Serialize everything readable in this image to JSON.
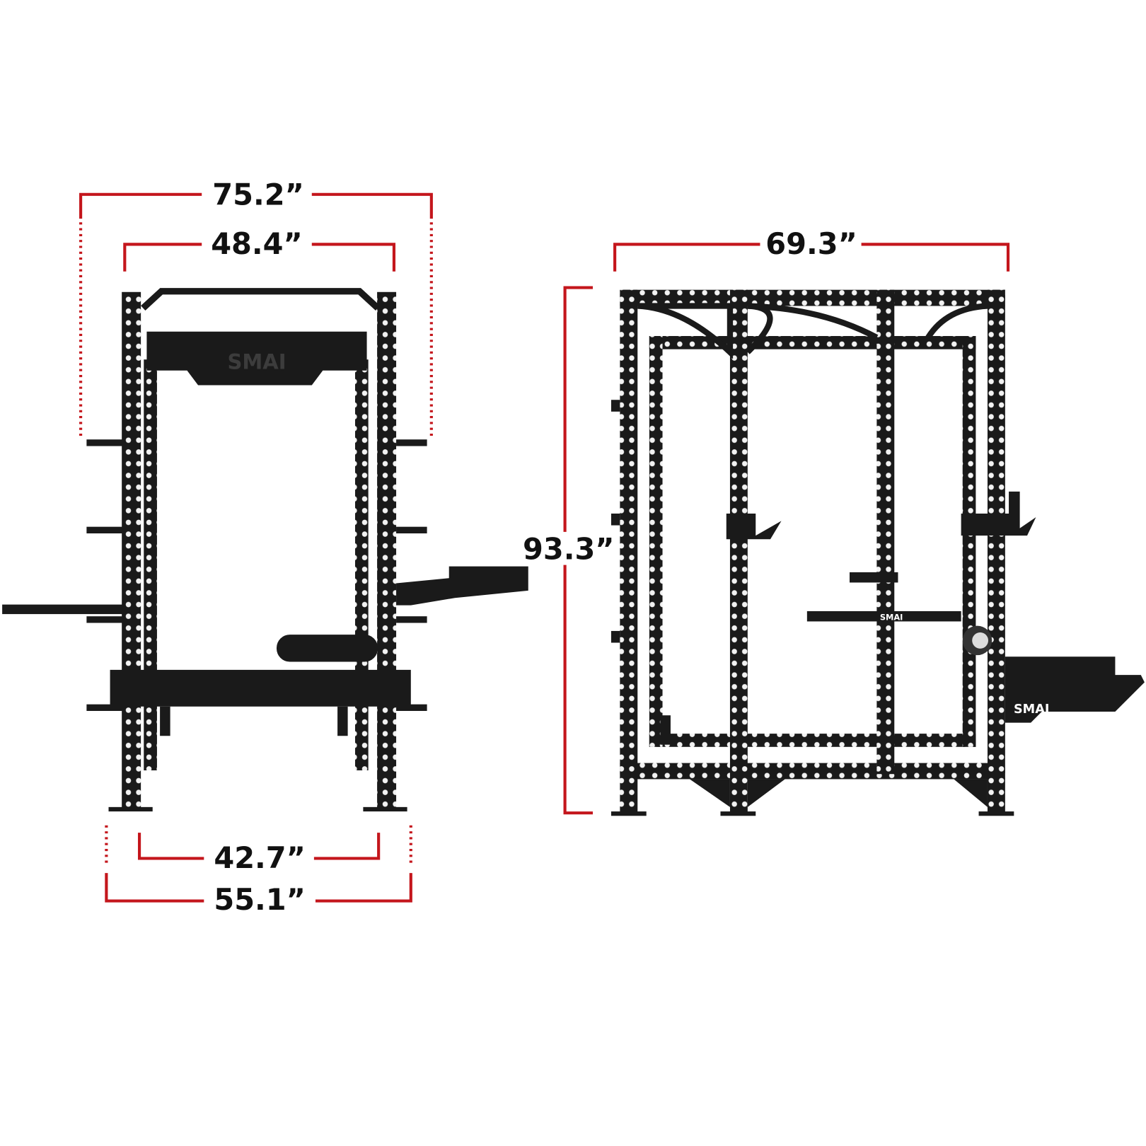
{
  "colors": {
    "dimension_line": "#c4161c",
    "frame": "#1a1a1a",
    "background": "#ffffff"
  },
  "brand_logo": "SMAI",
  "front_view": {
    "overall_width": "75.2”",
    "inner_width": "48.4”",
    "base_inner_width": "42.7”",
    "base_outer_width": "55.1”"
  },
  "side_view": {
    "depth": "69.3”",
    "height": "93.3”"
  }
}
